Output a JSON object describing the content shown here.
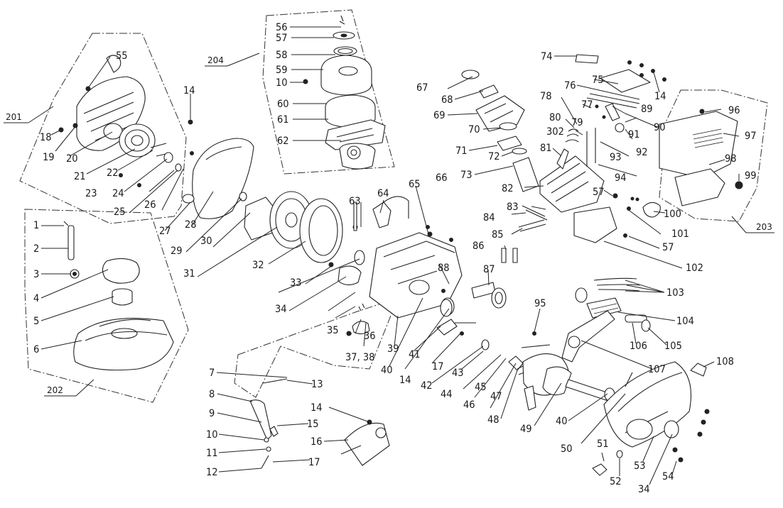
{
  "diagram": {
    "groups": [
      {
        "id": "201",
        "text": "201"
      },
      {
        "id": "202",
        "text": "202"
      },
      {
        "id": "203",
        "text": "203"
      },
      {
        "id": "204",
        "text": "204"
      }
    ],
    "labels": [
      "56",
      "57",
      "58",
      "59",
      "10",
      "60",
      "61",
      "62",
      "55",
      "14",
      "18",
      "19",
      "20",
      "21",
      "22",
      "23",
      "24",
      "25",
      "26",
      "27",
      "28",
      "29",
      "30",
      "31",
      "32",
      "33",
      "34",
      "1",
      "2",
      "3",
      "4",
      "5",
      "6",
      "7",
      "8",
      "9",
      "10",
      "11",
      "12",
      "13",
      "14",
      "15",
      "16",
      "17",
      "35",
      "36",
      "37, 38",
      "39",
      "40",
      "41",
      "14",
      "42",
      "17",
      "43",
      "44",
      "45",
      "46",
      "47",
      "48",
      "49",
      "40",
      "50",
      "51",
      "52",
      "53",
      "34",
      "54",
      "63",
      "64",
      "65",
      "66",
      "67",
      "68",
      "69",
      "70",
      "71",
      "72",
      "73",
      "74",
      "75",
      "76",
      "77",
      "78",
      "79",
      "80",
      "302",
      "81",
      "82",
      "83",
      "84",
      "85",
      "86",
      "87",
      "88",
      "89",
      "90",
      "91",
      "92",
      "93",
      "94",
      "95",
      "96",
      "97",
      "98",
      "99",
      "100",
      "101",
      "57",
      "57",
      "102",
      "103",
      "104",
      "105",
      "106",
      "107",
      "108",
      "14"
    ]
  }
}
